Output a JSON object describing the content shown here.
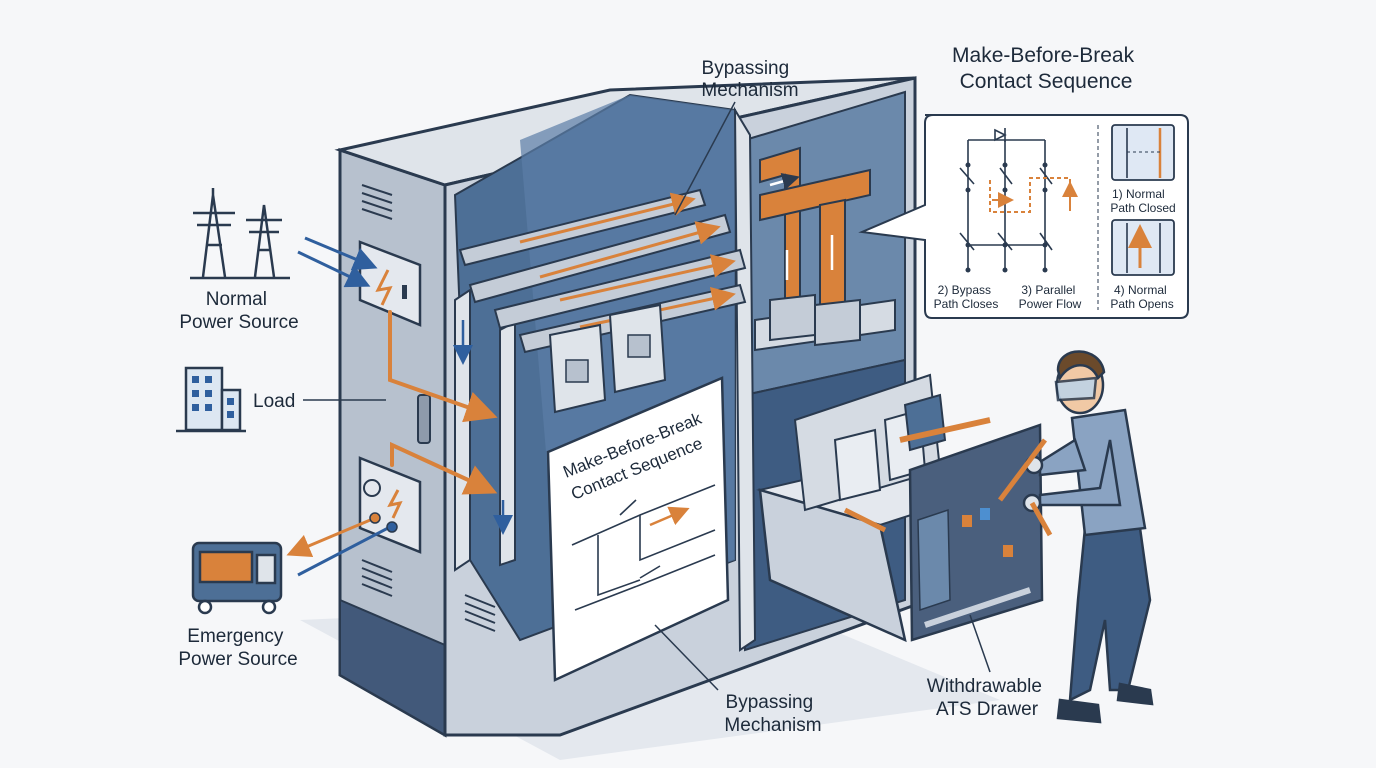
{
  "labels": {
    "normal_source": [
      "Normal",
      "Power Source"
    ],
    "load": "Load",
    "emergency_source": [
      "Emergency",
      "Power Source"
    ],
    "bypass_top": [
      "Bypassing",
      "Mechanism"
    ],
    "bypass_bottom": [
      "Bypassing",
      "Mechanism"
    ],
    "drawer": [
      "Withdrawable",
      "ATS Drawer"
    ],
    "panel_card_title": [
      "Make-Before-Break",
      "Contact Sequence"
    ]
  },
  "inset": {
    "title": [
      "Make-Before-Break",
      "Contact Sequence"
    ],
    "steps": [
      {
        "num": "1)",
        "lines": [
          "1) Normal",
          "Path Closed"
        ]
      },
      {
        "num": "2)",
        "lines": [
          "2) Bypass",
          "Path Closes"
        ]
      },
      {
        "num": "3)",
        "lines": [
          "3) Parallel",
          "Power Flow"
        ]
      },
      {
        "num": "4)",
        "lines": [
          "4) Normal",
          "Path Opens"
        ]
      }
    ]
  },
  "colors": {
    "outline": "#2a3a4f",
    "cabinet": "#c9d1dc",
    "cabinet_dark": "#8e9aab",
    "interior": "#4d6f96",
    "copper": "#d9823b",
    "flow_blue": "#2f5f9e",
    "bg": "#f6f7f9"
  },
  "icons": [
    "transmission-tower-icon",
    "building-icon",
    "generator-icon",
    "lightning-icon",
    "technician-figure"
  ]
}
